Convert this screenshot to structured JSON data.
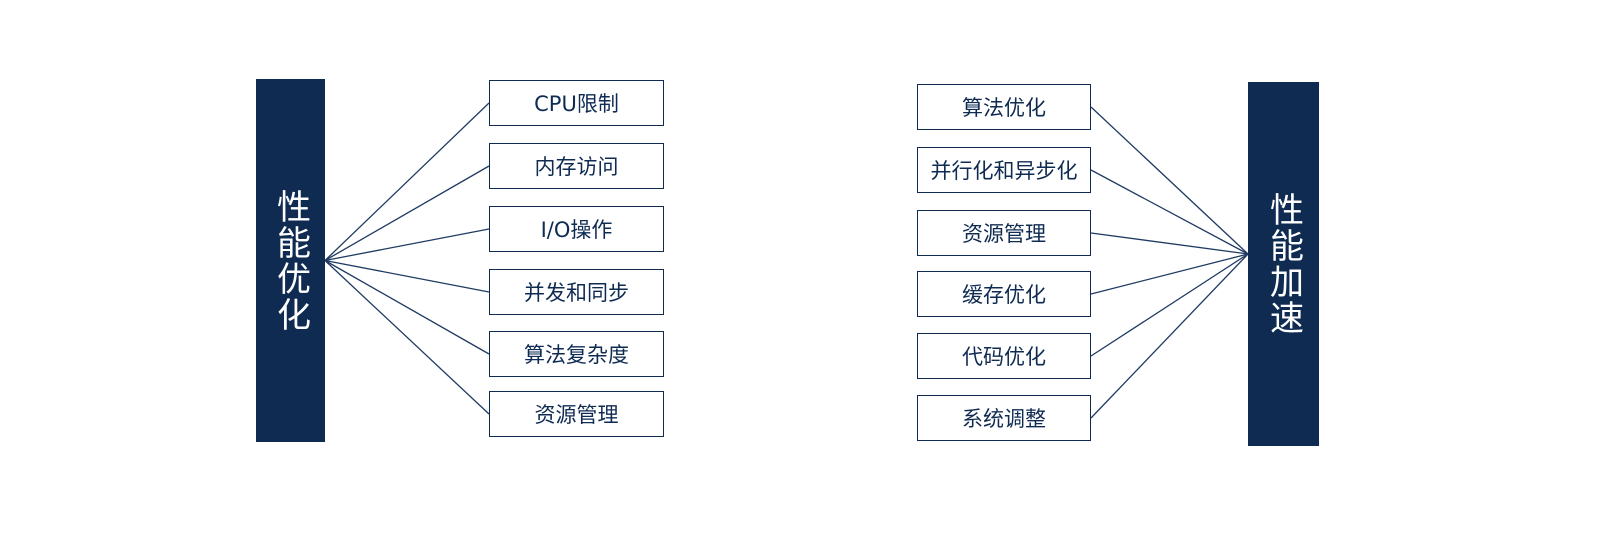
{
  "left_group": {
    "title": "性能优化",
    "items": [
      {
        "label": "CPU限制"
      },
      {
        "label": "内存访问"
      },
      {
        "label": "I/O操作"
      },
      {
        "label": "并发和同步"
      },
      {
        "label": "算法复杂度"
      },
      {
        "label": "资源管理"
      }
    ]
  },
  "right_group": {
    "title": "性能加速",
    "items": [
      {
        "label": "算法优化"
      },
      {
        "label": "并行化和异步化"
      },
      {
        "label": "资源管理"
      },
      {
        "label": "缓存优化"
      },
      {
        "label": "代码优化"
      },
      {
        "label": "系统调整"
      }
    ]
  },
  "colors": {
    "pillar": "#0f2b52",
    "line": "#1f3b63",
    "box_border": "#0f2b52",
    "text": "#0f2b52"
  }
}
